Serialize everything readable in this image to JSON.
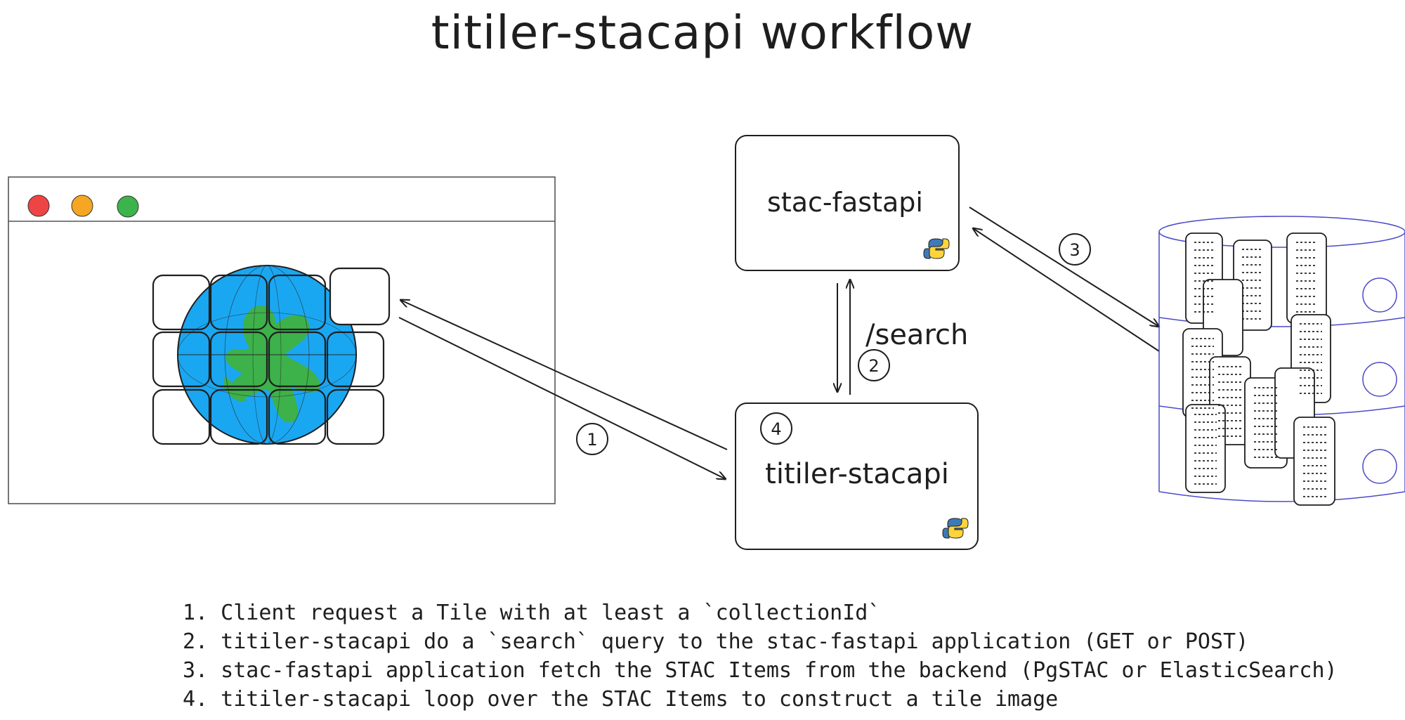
{
  "title": "titiler-stacapi workflow",
  "nodes": {
    "stac_fastapi": {
      "label": "stac-fastapi",
      "icon": "python-logo-icon"
    },
    "titiler_stacapi": {
      "label": "titiler-stacapi",
      "icon": "python-logo-icon",
      "badge": "4"
    },
    "browser": {
      "icon": "browser-window-icon"
    },
    "database": {
      "icon": "database-icon"
    }
  },
  "edges": {
    "client_to_titiler": {
      "badge": "1"
    },
    "titiler_to_stac": {
      "badge": "2",
      "label": "/search"
    },
    "stac_to_backend": {
      "badge": "3"
    }
  },
  "steps": [
    "1. Client request a Tile with at least a `collectionId`",
    "2. titiler-stacapi do a `search` query to the stac-fastapi application (GET or POST)",
    "3. stac-fastapi application fetch the STAC Items from the backend (PgSTAC or ElasticSearch)",
    "4. titiler-stacapi loop over the STAC Items to construct a tile image"
  ],
  "colors": {
    "ink": "#1e1e1e",
    "window_close": "#ef4444",
    "window_minimize": "#f5a623",
    "window_maximize": "#3cb44b",
    "ocean": "#1aa7f2",
    "land": "#3db14a",
    "db_stroke": "#4a4ac9",
    "python_blue": "#3d7ab8",
    "python_yellow": "#ffd43b"
  }
}
